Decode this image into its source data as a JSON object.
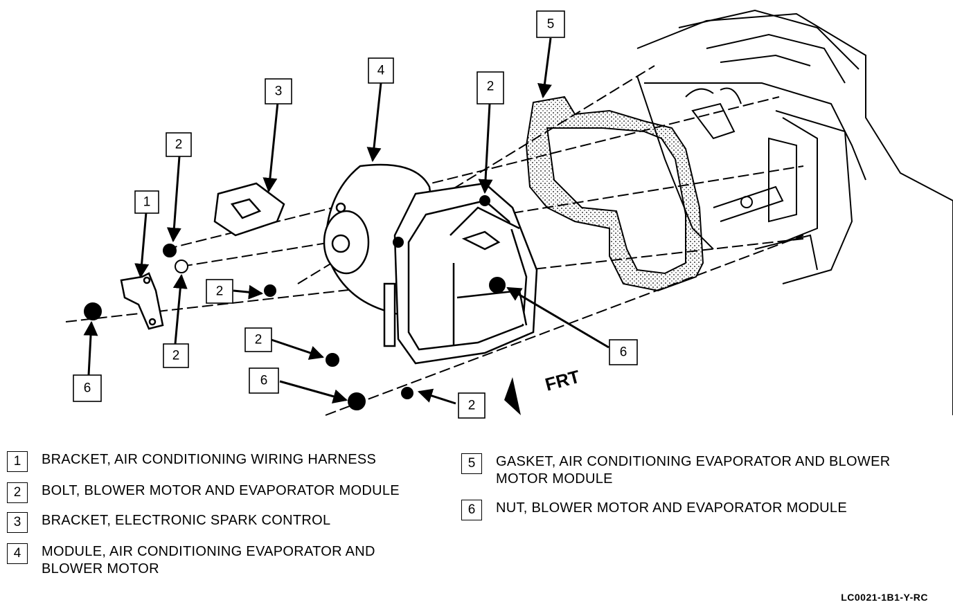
{
  "legend": [
    {
      "num": "1",
      "text": "BRACKET, AIR CONDITIONING WIRING HARNESS"
    },
    {
      "num": "2",
      "text": "BOLT, BLOWER MOTOR AND EVAPORATOR MODULE"
    },
    {
      "num": "3",
      "text": "BRACKET, ELECTRONIC SPARK CONTROL"
    },
    {
      "num": "4",
      "text": "MODULE, AIR CONDITIONING EVAPORATOR AND BLOWER MOTOR"
    },
    {
      "num": "5",
      "text": "GASKET, AIR CONDITIONING EVAPORATOR AND BLOWER MOTOR MODULE"
    },
    {
      "num": "6",
      "text": "NUT, BLOWER MOTOR AND EVAPORATOR MODULE"
    }
  ],
  "callouts": {
    "c1": "1",
    "c2a": "2",
    "c2b": "2",
    "c2c": "2",
    "c2d": "2",
    "c2e": "2",
    "c2f": "2",
    "c3": "3",
    "c4": "4",
    "c5": "5",
    "c6a": "6",
    "c6b": "6",
    "c6c": "6"
  },
  "front_label": "FRT",
  "reference_code": "LC0021-1B1-Y-RC"
}
